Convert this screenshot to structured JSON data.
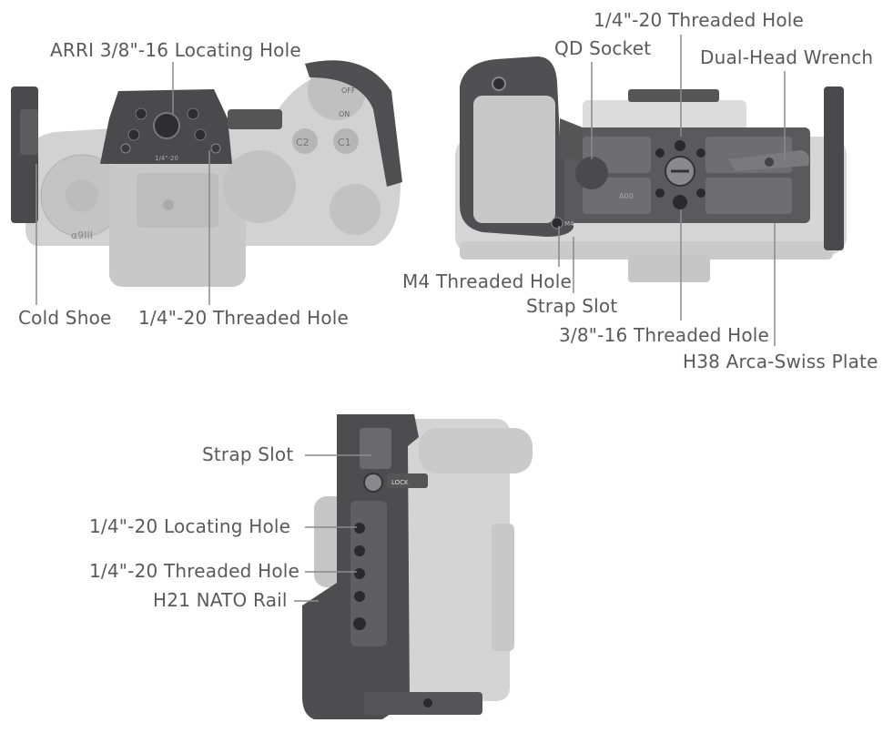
{
  "views": [
    {
      "id": "top-view",
      "labels": {
        "arri_locating_hole": "ARRI 3/8\"-16 Locating Hole",
        "cold_shoe": "Cold Shoe",
        "threaded_hole_1_4": "1/4\"-20 Threaded Hole"
      },
      "camera_markings": {
        "model": "α9III",
        "dial_c1": "C1",
        "dial_c2": "C2",
        "off": "OFF",
        "on": "ON",
        "plate_text": "1/4\"-20"
      }
    },
    {
      "id": "bottom-view",
      "labels": {
        "threaded_hole_1_4": "1/4\"-20 Threaded Hole",
        "qd_socket": "QD Socket",
        "dual_head_wrench": "Dual-Head Wrench",
        "m4_threaded_hole": "M4 Threaded Hole",
        "strap_slot": "Strap Slot",
        "threaded_hole_3_8": "3/8\"-16 Threaded Hole",
        "arca_plate": "H38 Arca-Swiss Plate"
      },
      "camera_markings": {
        "plate_text": "A00",
        "m4_mark": "M4"
      }
    },
    {
      "id": "side-view",
      "labels": {
        "strap_slot": "Strap Slot",
        "locating_hole": "1/4\"-20  Locating Hole",
        "threaded_hole": "1/4\"-20 Threaded Hole",
        "nato_rail": "H21 NATO Rail"
      },
      "camera_markings": {
        "lock_text": "LOCK"
      }
    }
  ],
  "colors": {
    "cage_dark": "#4a4a4c",
    "cage_mid": "#6b6b6d",
    "camera_body": "#cfcfcf",
    "camera_shadow": "#b8b8b8",
    "leader_line": "#8a8a8a",
    "label_text": "#5a5a5a"
  }
}
